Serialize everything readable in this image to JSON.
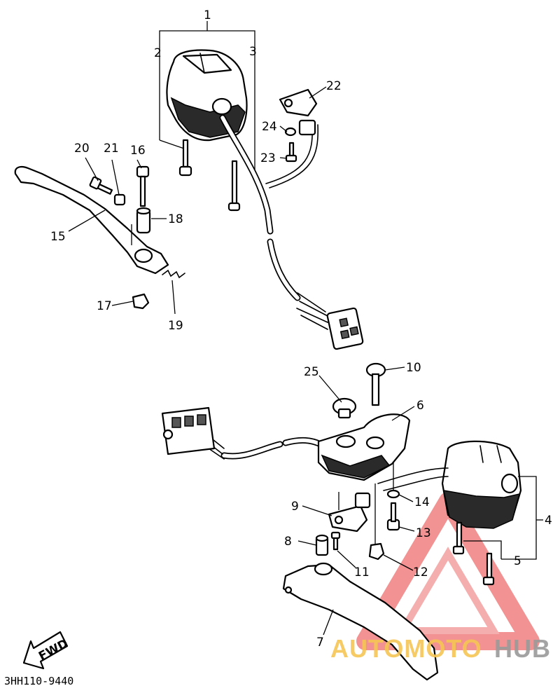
{
  "diagram": {
    "drawing_code": "3HH110-9440",
    "fwd_label": "FWD",
    "callouts": [
      {
        "id": "c1",
        "label": "1"
      },
      {
        "id": "c2",
        "label": "2"
      },
      {
        "id": "c3",
        "label": "3"
      },
      {
        "id": "c4",
        "label": "4"
      },
      {
        "id": "c5",
        "label": "5"
      },
      {
        "id": "c6",
        "label": "6"
      },
      {
        "id": "c7",
        "label": "7"
      },
      {
        "id": "c8",
        "label": "8"
      },
      {
        "id": "c9",
        "label": "9"
      },
      {
        "id": "c10",
        "label": "10"
      },
      {
        "id": "c11",
        "label": "11"
      },
      {
        "id": "c12",
        "label": "12"
      },
      {
        "id": "c13",
        "label": "13"
      },
      {
        "id": "c14",
        "label": "14"
      },
      {
        "id": "c15",
        "label": "15"
      },
      {
        "id": "c16",
        "label": "16"
      },
      {
        "id": "c17",
        "label": "17"
      },
      {
        "id": "c18",
        "label": "18"
      },
      {
        "id": "c19",
        "label": "19"
      },
      {
        "id": "c20",
        "label": "20"
      },
      {
        "id": "c21",
        "label": "21"
      },
      {
        "id": "c22",
        "label": "22"
      },
      {
        "id": "c23",
        "label": "23"
      },
      {
        "id": "c24",
        "label": "24"
      },
      {
        "id": "c25",
        "label": "25"
      }
    ]
  },
  "watermark": {
    "part1": "AUTOMOTO",
    "part2": "HUB",
    "color_primary": "#f08080",
    "color_secondary": "#9a9a9a",
    "color_yellow": "#f6c555"
  }
}
